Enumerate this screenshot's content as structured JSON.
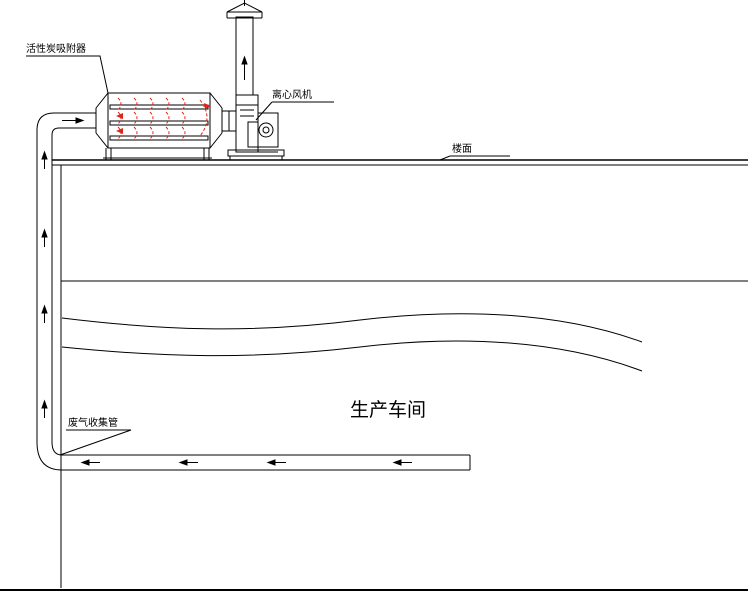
{
  "labels": {
    "adsorber": "活性炭吸附器",
    "fan": "离心风机",
    "floor": "楼面",
    "collector": "废气收集管",
    "workshop": "生产车间"
  },
  "colors": {
    "line": "#000000",
    "airflow": "#e0241b",
    "background": "#ffffff"
  }
}
